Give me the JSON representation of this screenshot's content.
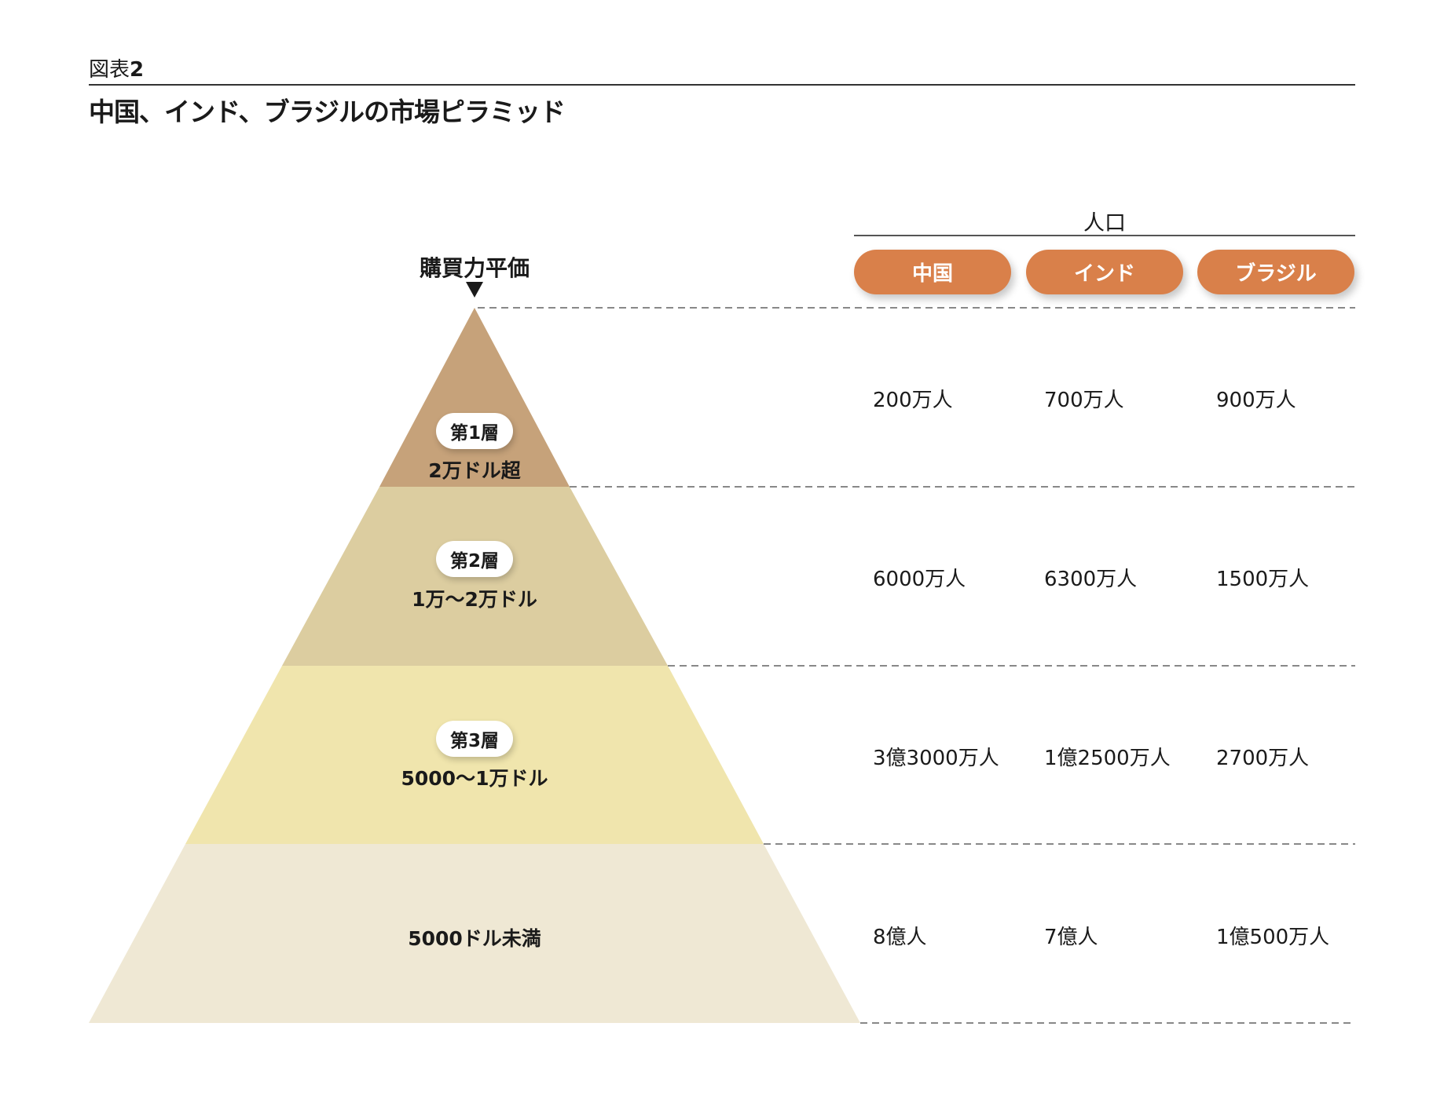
{
  "header": {
    "figure_label_prefix": "図表",
    "figure_label_number": "2",
    "title": "中国、インド、ブラジルの市場ピラミッド"
  },
  "pyramid": {
    "axis_label": "購買力平価",
    "tiers": [
      {
        "name": "第1層",
        "range": "2万ドル超",
        "color": "#c6a27a"
      },
      {
        "name": "第2層",
        "range": "1万～2万ドル",
        "color": "#dccda0"
      },
      {
        "name": "第3層",
        "range": "5000～1万ドル",
        "color": "#f0e5ad"
      },
      {
        "name": "",
        "range": "5000ドル未満",
        "color": "#efe8d4"
      }
    ]
  },
  "population": {
    "header": "人口",
    "columns": [
      "中国",
      "インド",
      "ブラジル"
    ],
    "pill_color": "#d9804a",
    "rows": [
      [
        "200万人",
        "700万人",
        "900万人"
      ],
      [
        "6000万人",
        "6300万人",
        "1500万人"
      ],
      [
        "3億3000万人",
        "1億2500万人",
        "2700万人"
      ],
      [
        "8億人",
        "7億人",
        "1億500万人"
      ]
    ]
  },
  "chart_data": {
    "type": "table",
    "title": "中国、インド、ブラジルの市場ピラミッド",
    "row_header": "購買力平価",
    "column_header": "人口",
    "categories": [
      "第1層 2万ドル超",
      "第2層 1万～2万ドル",
      "第3層 5000～1万ドル",
      "5000ドル未満"
    ],
    "series": [
      {
        "name": "中国",
        "values": [
          "200万人",
          "6000万人",
          "3億3000万人",
          "8億人"
        ]
      },
      {
        "name": "インド",
        "values": [
          "700万人",
          "6300万人",
          "1億2500万人",
          "7億人"
        ]
      },
      {
        "name": "ブラジル",
        "values": [
          "900万人",
          "1500万人",
          "2700万人",
          "1億500万人"
        ]
      }
    ]
  }
}
